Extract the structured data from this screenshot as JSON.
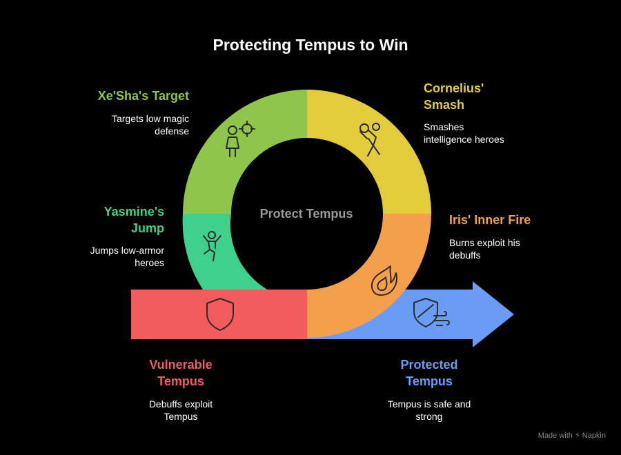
{
  "title": "Protecting Tempus to Win",
  "center_label": "Protect Tempus",
  "colors": {
    "xesha": "#8fc54a",
    "cornelius": "#e3cc3b",
    "yasmine": "#3fd08c",
    "iris": "#f4a04a",
    "vulnerable": "#f25c5c",
    "protected": "#6a9cf5"
  },
  "segments": {
    "xesha": {
      "heading": "Xe'Sha's Target",
      "desc_1": "Targets low magic",
      "desc_2": "defense",
      "icon": "target-person-icon"
    },
    "cornelius": {
      "heading_1": "Cornelius'",
      "heading_2": "Smash",
      "desc_1": "Smashes",
      "desc_2": "intelligence heroes",
      "icon": "smash-icon"
    },
    "yasmine": {
      "heading_1": "Yasmine's",
      "heading_2": "Jump",
      "desc_1": "Jumps low-armor",
      "desc_2": "heroes",
      "icon": "jump-icon"
    },
    "iris": {
      "heading": "Iris' Inner Fire",
      "desc_1": "Burns exploit his",
      "desc_2": "debuffs",
      "icon": "fire-icon"
    }
  },
  "states": {
    "vulnerable": {
      "heading_1": "Vulnerable",
      "heading_2": "Tempus",
      "desc_1": "Debuffs exploit",
      "desc_2": "Tempus",
      "icon": "shield-icon"
    },
    "protected": {
      "heading_1": "Protected",
      "heading_2": "Tempus",
      "desc_1": "Tempus is safe and",
      "desc_2": "strong",
      "icon": "shield-wind-icon"
    }
  },
  "footer": "Made with ⚡ Napkin"
}
